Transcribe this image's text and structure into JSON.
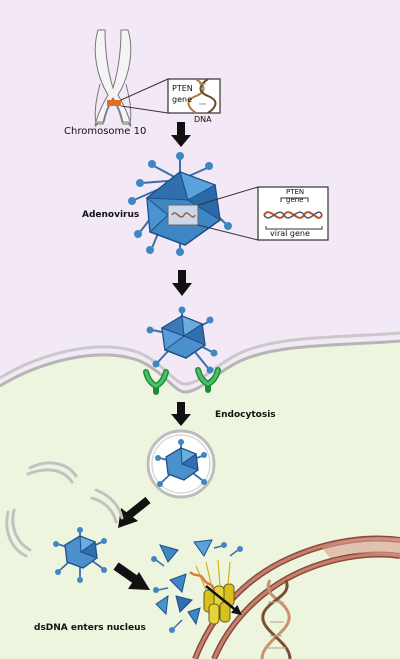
{
  "labels": {
    "chromosome": "Chromosome 10",
    "pten_gene_line1": "PTEN",
    "pten_gene_line2": "gene",
    "dna": "DNA",
    "adenovirus": "Adenovirus",
    "pten_gene_line1_b": "PTEN",
    "pten_gene_line2_b": "gene",
    "viral_gene": "viral gene",
    "endocytosis": "Endocytosis",
    "dsdna": "dsDNA enters nucleus"
  },
  "colors": {
    "extracellular": "#f3e8f6",
    "cytoplasm": "#eef5df",
    "membrane": "#c8c8c8",
    "capsid": "#3f86c4",
    "capsid_dark": "#1f4f86",
    "receptor": "#2fa84a",
    "nuclear_envelope": "#a86050",
    "pore": "#d8c020",
    "gene_band": "#e07020",
    "arrow": "#111111"
  }
}
